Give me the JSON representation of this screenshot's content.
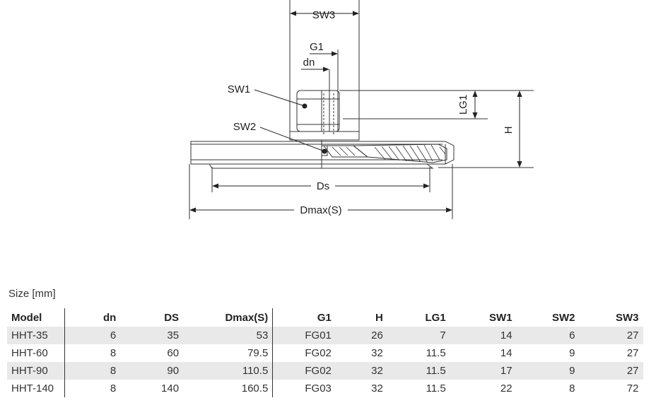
{
  "drawing": {
    "labels": {
      "sw3": "SW3",
      "g1": "G1",
      "dn": "dn",
      "sw1": "SW1",
      "sw2": "SW2",
      "lg1": "LG1",
      "h": "H",
      "ds": "Ds",
      "dmax": "Dmax(S)"
    }
  },
  "table": {
    "caption": "Size [mm]",
    "headers": [
      "Model",
      "dn",
      "DS",
      "Dmax(S)",
      "G1",
      "H",
      "LG1",
      "SW1",
      "SW2",
      "SW3"
    ],
    "rows": [
      [
        "HHT-35",
        "6",
        "35",
        "53",
        "FG01",
        "26",
        "7",
        "14",
        "6",
        "27"
      ],
      [
        "HHT-60",
        "8",
        "60",
        "79.5",
        "FG02",
        "32",
        "11.5",
        "14",
        "9",
        "27"
      ],
      [
        "HHT-90",
        "8",
        "90",
        "110.5",
        "FG02",
        "32",
        "11.5",
        "17",
        "9",
        "27"
      ],
      [
        "HHT-140",
        "8",
        "140",
        "160.5",
        "FG03",
        "32",
        "11.5",
        "22",
        "8",
        "72"
      ]
    ]
  }
}
